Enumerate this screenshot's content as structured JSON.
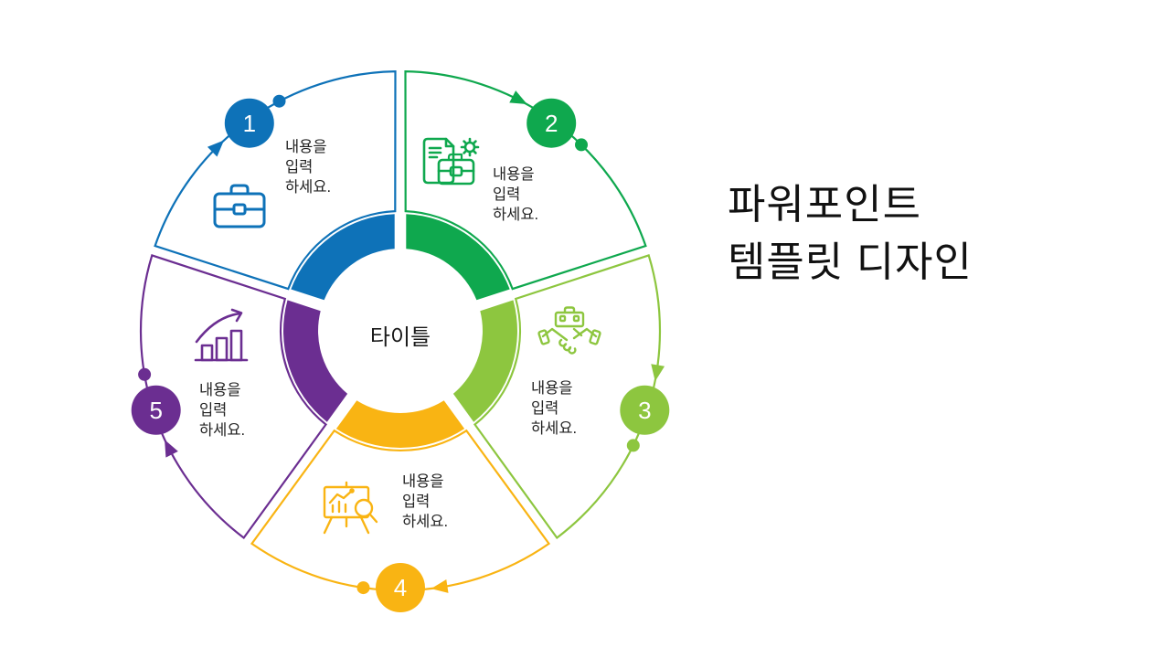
{
  "slide_title": "파워포인트\n템플릿 디자인",
  "diagram": {
    "center_label": "타이틀",
    "items": [
      {
        "number": "1",
        "label": "내용을\n입력\n하세요.",
        "color": "#0E72B8",
        "icon": "briefcase"
      },
      {
        "number": "2",
        "label": "내용을\n입력\n하세요.",
        "color": "#0FA84E",
        "icon": "document-gear-briefcase"
      },
      {
        "number": "3",
        "label": "내용을\n입력\n하세요.",
        "color": "#8DC63F",
        "icon": "handshake-deal"
      },
      {
        "number": "4",
        "label": "내용을\n입력\n하세요.",
        "color": "#F9B413",
        "icon": "presentation-analysis"
      },
      {
        "number": "5",
        "label": "내용을\n입력\n하세요.",
        "color": "#6B2E91",
        "icon": "growth-bar-chart"
      }
    ],
    "text_color": "#222222",
    "background": "#FFFFFF"
  }
}
